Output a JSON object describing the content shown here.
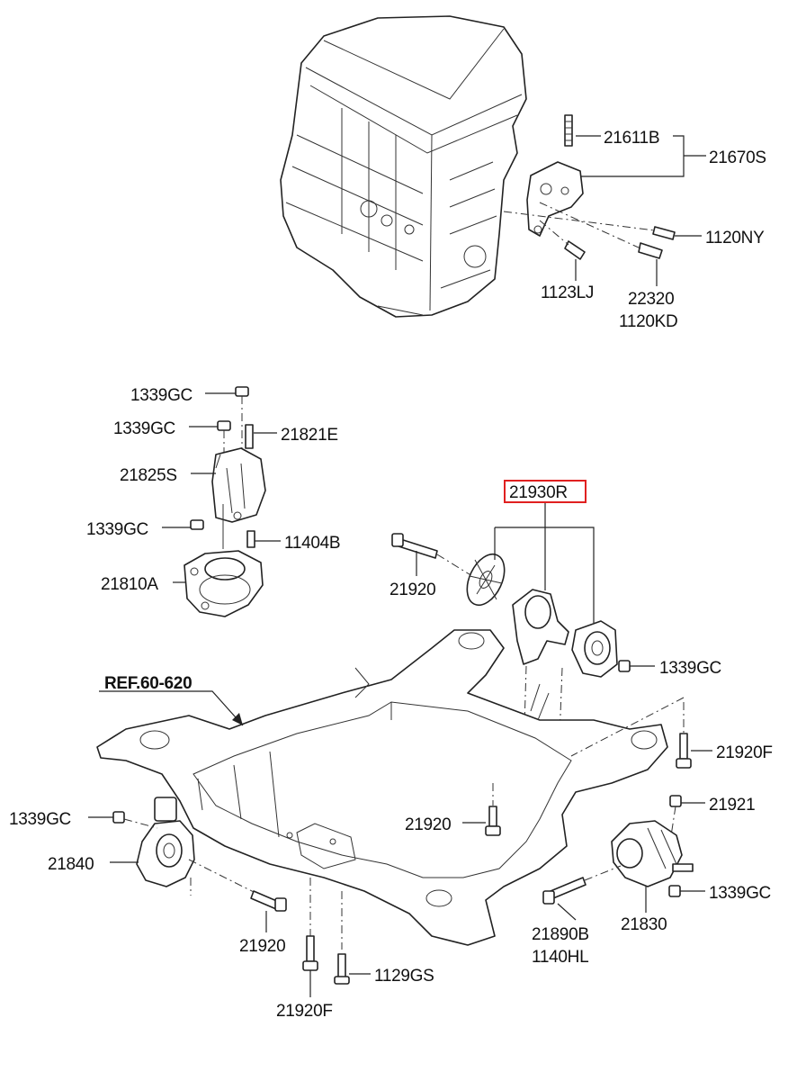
{
  "labels": {
    "l21611B": "21611B",
    "l21670S": "21670S",
    "l1120NY": "1120NY",
    "l1123LJ": "1123LJ",
    "l22320": "22320",
    "l1120KD": "1120KD",
    "l1339GC_a": "1339GC",
    "l1339GC_b": "1339GC",
    "l21821E": "21821E",
    "l21825S": "21825S",
    "l1339GC_c": "1339GC",
    "l11404B": "11404B",
    "l21810A": "21810A",
    "l21930R": "21930R",
    "l21920_a": "21920",
    "l1339GC_d": "1339GC",
    "lREF": "REF.60-620",
    "l21920F_a": "21920F",
    "l1339GC_e": "1339GC",
    "l21840": "21840",
    "l21920_b": "21920",
    "l21921": "21921",
    "l1339GC_f": "1339GC",
    "l21920_c": "21920",
    "l21890B": "21890B",
    "l1140HL": "1140HL",
    "l21830": "21830",
    "l1129GS": "1129GS",
    "l21920F_b": "21920F"
  },
  "highlight": {
    "part_number": "21930R",
    "color": "#e02020"
  }
}
